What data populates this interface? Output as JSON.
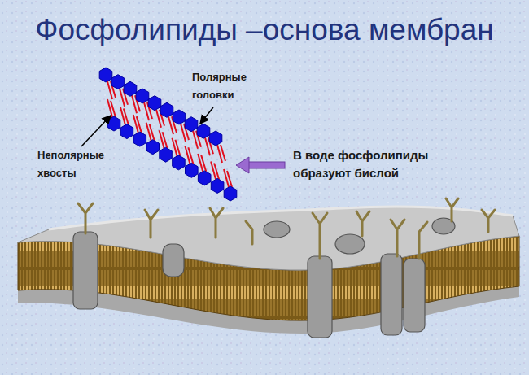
{
  "diagram": {
    "title": "Фосфолипиды –основа мембран",
    "labels": [
      "Полярные головки",
      "Неполярные хвосты",
      "В воде фосфолипиды образуют бислой"
    ]
  }
}
